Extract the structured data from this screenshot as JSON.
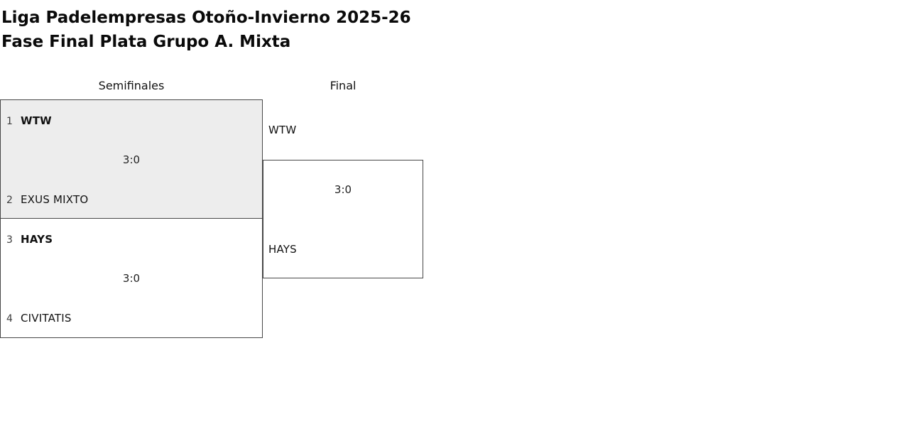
{
  "page": {
    "title": "Liga Padelempresas Otoño-Invierno 2025-26",
    "subtitle": "Fase Final Plata Grupo A. Mixta"
  },
  "bracket": {
    "rounds": [
      {
        "label": "Semifinales"
      },
      {
        "label": "Final"
      }
    ],
    "semifinals": [
      {
        "home_seed": "1",
        "home_team": "WTW",
        "away_seed": "2",
        "away_team": "EXUS MIXTO",
        "score": "3:0"
      },
      {
        "home_seed": "3",
        "home_team": "HAYS",
        "away_seed": "4",
        "away_team": "CIVITATIS",
        "score": "3:0"
      }
    ],
    "final": {
      "home_team": "WTW",
      "away_team": "HAYS",
      "score": "3:0"
    }
  },
  "colors": {
    "highlight_bg": "#ededed",
    "border": "#474747"
  }
}
